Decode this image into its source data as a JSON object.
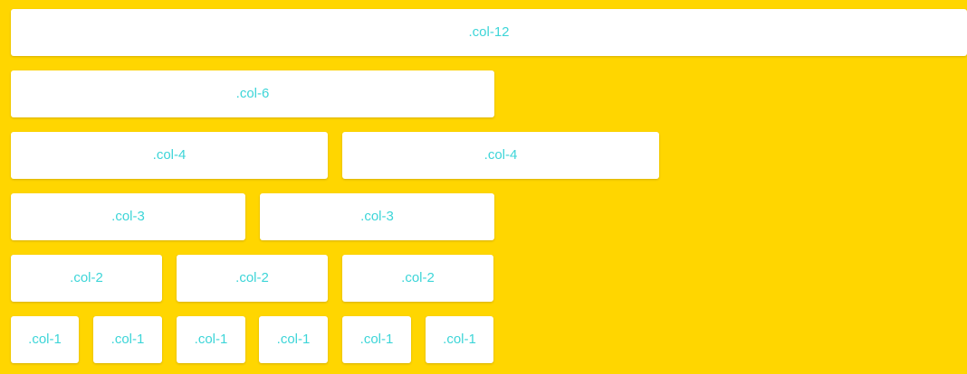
{
  "grid": {
    "row_12": {
      "label": ".col-12"
    },
    "row_6": {
      "label": ".col-6"
    },
    "row_4": {
      "labels": [
        ".col-4",
        ".col-4"
      ]
    },
    "row_3": {
      "labels": [
        ".col-3",
        ".col-3"
      ]
    },
    "row_2": {
      "labels": [
        ".col-2",
        ".col-2",
        ".col-2"
      ]
    },
    "row_1": {
      "labels": [
        ".col-1",
        ".col-1",
        ".col-1",
        ".col-1",
        ".col-1",
        ".col-1"
      ]
    }
  },
  "colors": {
    "background": "#FFD600",
    "box": "#FFFFFF",
    "text": "#3DD5D8"
  }
}
